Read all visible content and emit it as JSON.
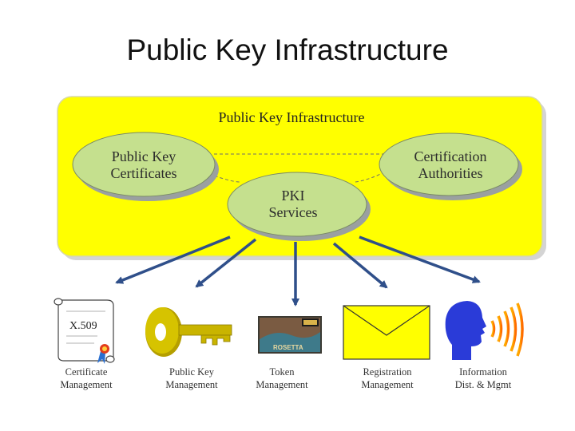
{
  "slide": {
    "title": "Public Key Infrastructure"
  },
  "panel": {
    "title": "Public Key Infrastructure"
  },
  "ovals": {
    "certificates": [
      "Public Key",
      "Certificates"
    ],
    "authorities": [
      "Certification",
      "Authorities"
    ],
    "services": [
      "PKI",
      "Services"
    ]
  },
  "icons": {
    "scroll_text": "X.509",
    "token_label": "ROSETTA"
  },
  "captions": [
    [
      "Certificate",
      "Management"
    ],
    [
      "Public Key",
      "Management"
    ],
    [
      "Token",
      "Management"
    ],
    [
      "Registration",
      "Management"
    ],
    [
      "Information",
      "Dist. & Mgmt"
    ]
  ],
  "colors": {
    "panel_fill": "#ffff00",
    "oval_fill": "#c5e08e",
    "arrow": "#2f4f8a",
    "key": "#c9b400",
    "envelope": "#ffff00",
    "head": "#2a3bd8"
  }
}
